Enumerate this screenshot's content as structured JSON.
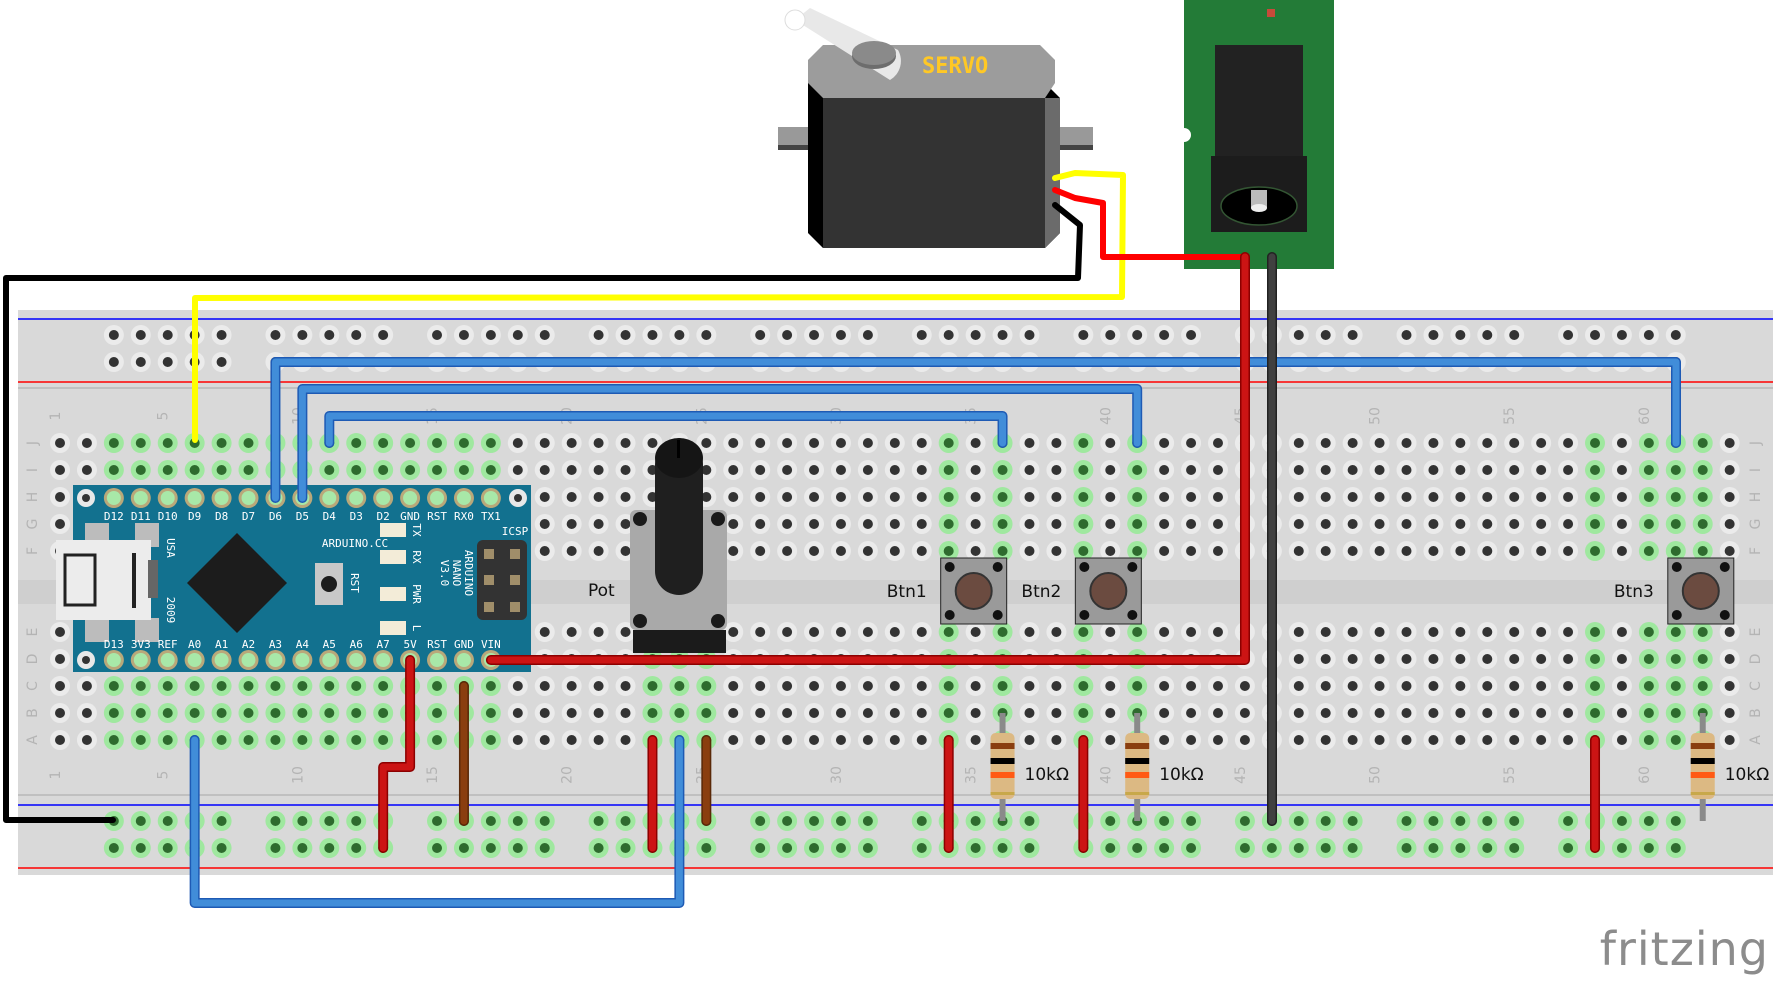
{
  "app": {
    "logo": "fritzing"
  },
  "breadboard": {
    "columns": 63,
    "row_labels_top": [
      "J",
      "I",
      "H",
      "G",
      "F"
    ],
    "row_labels_bottom": [
      "E",
      "D",
      "C",
      "B",
      "A"
    ],
    "column_numbers": [
      "1",
      "5",
      "10",
      "15",
      "20",
      "25",
      "30",
      "35",
      "40",
      "45",
      "50",
      "55",
      "60"
    ],
    "colors": {
      "body": "#d9d9d9",
      "rail_blue": "#0000ff",
      "rail_red": "#ff0000",
      "hole": "#333333",
      "hole_active": "#2e6b2e",
      "hole_glow": "#8fe38f"
    }
  },
  "arduino": {
    "name": "Arduino Nano",
    "silk": [
      "ARDUINO.CC",
      "ARDUINO",
      "NANO",
      "V3.0",
      "USA",
      "2009",
      "ICSP",
      "RST"
    ],
    "leds": [
      "TX",
      "RX",
      "PWR",
      "L"
    ],
    "top_pins": [
      "D12",
      "D11",
      "D10",
      "D9",
      "D8",
      "D7",
      "D6",
      "D5",
      "D4",
      "D3",
      "D2",
      "GND",
      "RST",
      "RX0",
      "TX1"
    ],
    "bottom_pins": [
      "D13",
      "3V3",
      "REF",
      "A0",
      "A1",
      "A2",
      "A3",
      "A4",
      "A5",
      "A6",
      "A7",
      "5V",
      "RST",
      "GND",
      "VIN"
    ],
    "color": "#12718f"
  },
  "servo": {
    "label": "SERVO",
    "label_color": "#ffc825"
  },
  "power_jack": {
    "board_color": "#237b37"
  },
  "components": {
    "pot": {
      "label": "Pot"
    },
    "buttons": [
      {
        "label": "Btn1"
      },
      {
        "label": "Btn2"
      },
      {
        "label": "Btn3"
      }
    ],
    "resistors": [
      {
        "label": "10kΩ"
      },
      {
        "label": "10kΩ"
      },
      {
        "label": "10kΩ"
      }
    ]
  },
  "wires": [
    {
      "name": "servo-signal",
      "color": "#ffff00"
    },
    {
      "name": "servo-power",
      "color": "#ff0000"
    },
    {
      "name": "servo-ground",
      "color": "#000000"
    },
    {
      "name": "d7-rail",
      "color": "#418dd9"
    },
    {
      "name": "d6-btn2",
      "color": "#418dd9"
    },
    {
      "name": "d5-btn1",
      "color": "#418dd9"
    },
    {
      "name": "a0-pot",
      "color": "#418dd9"
    },
    {
      "name": "vin-jack",
      "color": "#cc1414"
    },
    {
      "name": "jack-gnd",
      "color": "#404040"
    },
    {
      "name": "5v-rail",
      "color": "#cc1414"
    },
    {
      "name": "gnd-rail",
      "color": "#8a3e0f"
    }
  ]
}
